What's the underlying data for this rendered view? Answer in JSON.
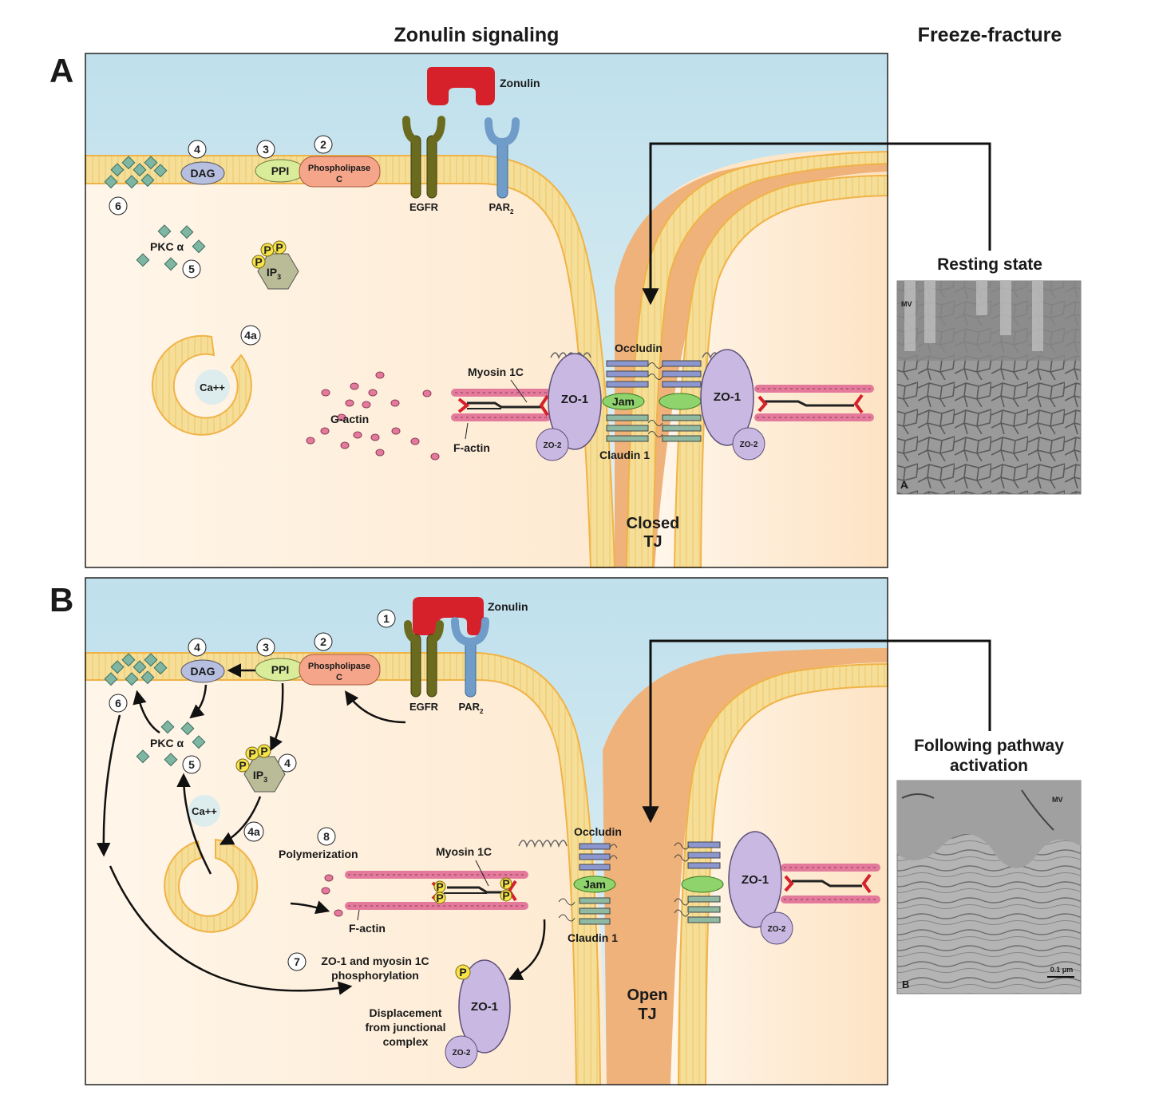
{
  "headers": {
    "signaling": "Zonulin signaling",
    "freeze_fracture": "Freeze-fracture"
  },
  "panel_a": {
    "letter": "A",
    "zonulin": "Zonulin",
    "egfr": "EGFR",
    "par2": "PAR",
    "par2_sub": "2",
    "dag": "DAG",
    "ppi": "PPI",
    "plc_line1": "Phospholipase",
    "plc_line2": "C",
    "pkc": "PKC α",
    "ip3": "IP",
    "ip3_sub": "3",
    "ca": "Ca++",
    "g_actin": "G-actin",
    "f_actin": "F-actin",
    "myosin": "Myosin 1C",
    "occludin": "Occludin",
    "jam": "Jam",
    "claudin": "Claudin 1",
    "zo1": "ZO-1",
    "zo2": "ZO-2",
    "tj_line1": "Closed",
    "tj_line2": "TJ",
    "n2": "2",
    "n3": "3",
    "n4": "4",
    "n4a": "4a",
    "n5": "5",
    "n6": "6",
    "p": "P"
  },
  "panel_b": {
    "letter": "B",
    "zonulin": "Zonulin",
    "egfr": "EGFR",
    "par2": "PAR",
    "par2_sub": "2",
    "dag": "DAG",
    "ppi": "PPI",
    "plc_line1": "Phospholipase",
    "plc_line2": "C",
    "pkc": "PKC α",
    "ip3": "IP",
    "ip3_sub": "3",
    "ca": "Ca++",
    "polymerization": "Polymerization",
    "f_actin": "F-actin",
    "myosin": "Myosin 1C",
    "occludin": "Occludin",
    "jam": "Jam",
    "claudin": "Claudin 1",
    "zo1": "ZO-1",
    "zo2": "ZO-2",
    "phos_line1": "ZO-1 and myosin 1C",
    "phos_line2": "phosphorylation",
    "displace_line1": "Displacement",
    "displace_line2": "from junctional",
    "displace_line3": "complex",
    "tj_line1": "Open",
    "tj_line2": "TJ",
    "n1": "1",
    "n2": "2",
    "n3": "3",
    "n4": "4",
    "n4b": "4",
    "n4a": "4a",
    "n5": "5",
    "n6": "6",
    "n7": "7",
    "n8": "8",
    "p": "P"
  },
  "micrographs": {
    "top_title": "Resting state",
    "top_letter": "A",
    "top_mv": "MV",
    "bottom_title_line1": "Following pathway",
    "bottom_title_line2": "activation",
    "bottom_letter": "B",
    "bottom_mv": "MV",
    "scale": "0.1 μm"
  },
  "colors": {
    "lumen": "#cfe8f1",
    "cytoplasm": "#fde7cc",
    "membrane": "#f3d98a",
    "membrane_edge": "#f0b347",
    "intercellular": "#efb27a",
    "zonulin": "#d6202a",
    "egfr": "#6b6b1f",
    "par2": "#6f9cc8",
    "dag": "#b7bfe0",
    "ppi": "#d9ec9a",
    "plc": "#f5a58a",
    "pkc": "#7fb5a3",
    "ip3": "#b9bc96",
    "phospho": "#f7e34a",
    "zo1": "#c9b9e2",
    "actin": "#e37a9c",
    "occludin": "#8c97cf",
    "claudin": "#8fb9a0",
    "jam": "#8ed36b"
  }
}
